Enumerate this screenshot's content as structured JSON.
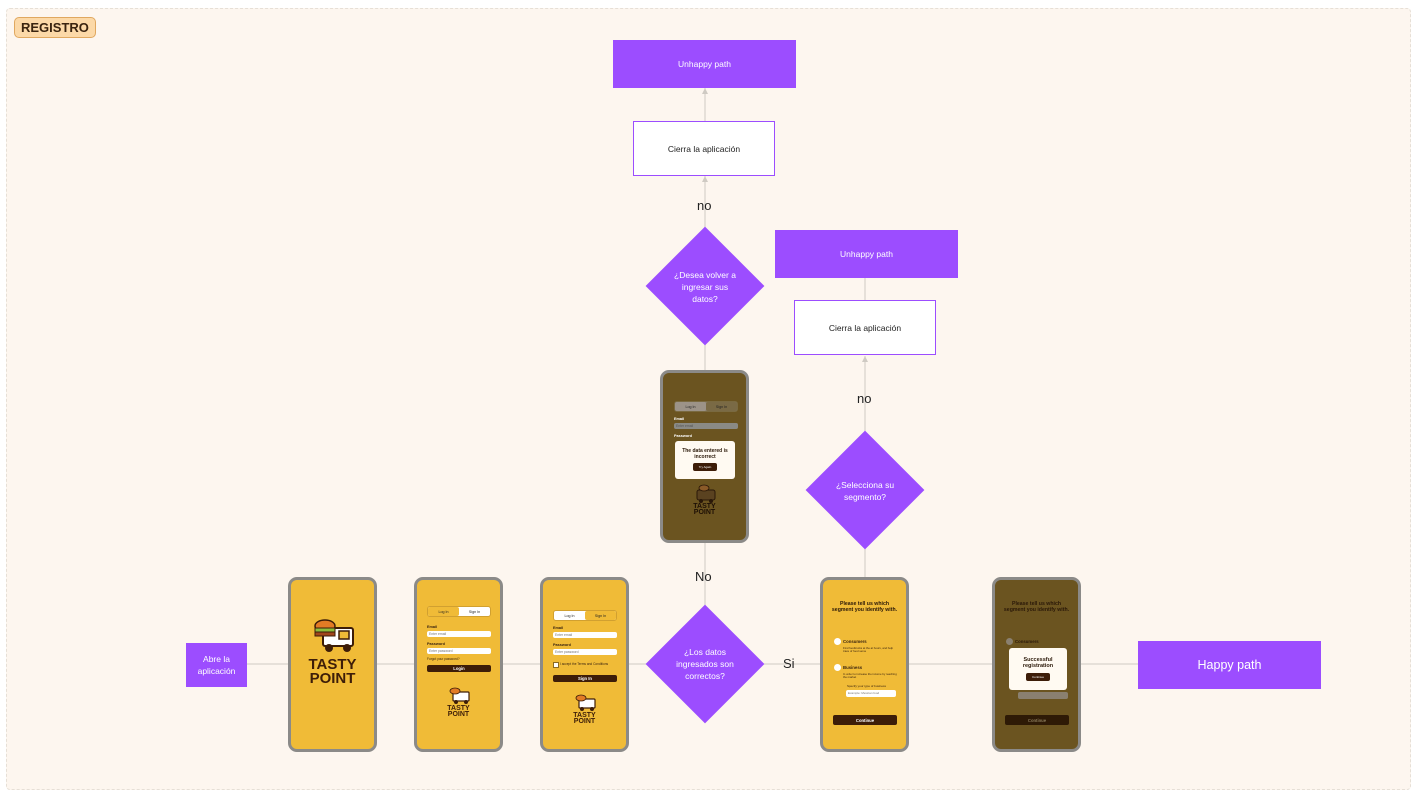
{
  "section": {
    "label": "REGISTRO"
  },
  "nodes": {
    "start": "Abre la aplicación",
    "unhappy_1": "Unhappy path",
    "close_1": "Cierra la aplicación",
    "decision_retry": "¿Desea volver a ingresar sus datos?",
    "unhappy_2": "Unhappy path",
    "close_2": "Cierra la aplicación",
    "decision_segment": "¿Selecciona su segmento?",
    "decision_data": "¿Los datos ingresados son correctos?",
    "happy": "Happy path"
  },
  "edge_labels": {
    "no_retry": "no",
    "no_segment": "no",
    "no_data": "No",
    "yes_data": "Si"
  },
  "brand": {
    "line1": "TASTY",
    "line2": "POINT"
  },
  "login_screen": {
    "tab_login": "Log In",
    "tab_signin": "Sign In",
    "email_label": "Email",
    "email_placeholder": "Enter email",
    "password_label": "Password",
    "password_placeholder": "Enter password",
    "forgot": "Forgot your password?",
    "login_button": "Login"
  },
  "signin_screen": {
    "tab_login": "Log In",
    "tab_signin": "Sign In",
    "email_label": "Email",
    "email_placeholder": "Enter email",
    "password_label": "Password",
    "password_placeholder": "Enter password",
    "terms": "I accept the Terms and Conditions",
    "signin_button": "Sign In"
  },
  "error_screen": {
    "tab_login": "Log In",
    "tab_signin": "Sign In",
    "email_label": "Email",
    "email_placeholder": "Enter email",
    "password_label": "Password",
    "modal_text": "The data entered is incorrect",
    "modal_button": "Try Again"
  },
  "segment_screen": {
    "heading": "Please tell us which segment you identify with.",
    "option1": "Consumers",
    "option1_desc": "Find foodtrucks at the at hours, and help trace of food serve",
    "option2": "Business",
    "option2_desc": "In order to increase the income by reaching the market",
    "type_label": "Specify your type of business",
    "type_placeholder": "Example: Mexican food",
    "continue_button": "Continue"
  },
  "success_screen": {
    "heading": "Please tell us which segment you identify with.",
    "option1": "Consumers",
    "modal_text": "Successful registration",
    "modal_button": "Continue",
    "continue_button": "Continue"
  },
  "colors": {
    "accent": "#9c4dff",
    "phone": "#f0bb37",
    "dark_brown": "#3d1d08",
    "canvas": "#fdf6ef"
  }
}
